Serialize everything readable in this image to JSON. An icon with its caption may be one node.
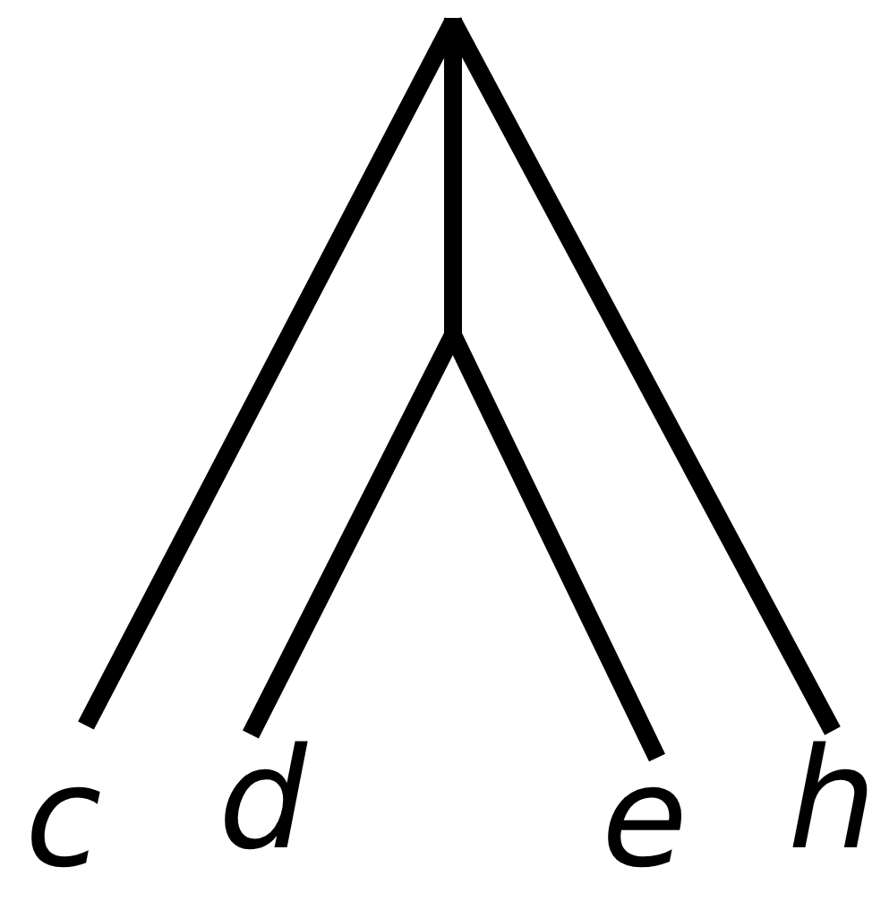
{
  "diagram": {
    "labels": [
      "c",
      "d",
      "e",
      "h"
    ]
  }
}
